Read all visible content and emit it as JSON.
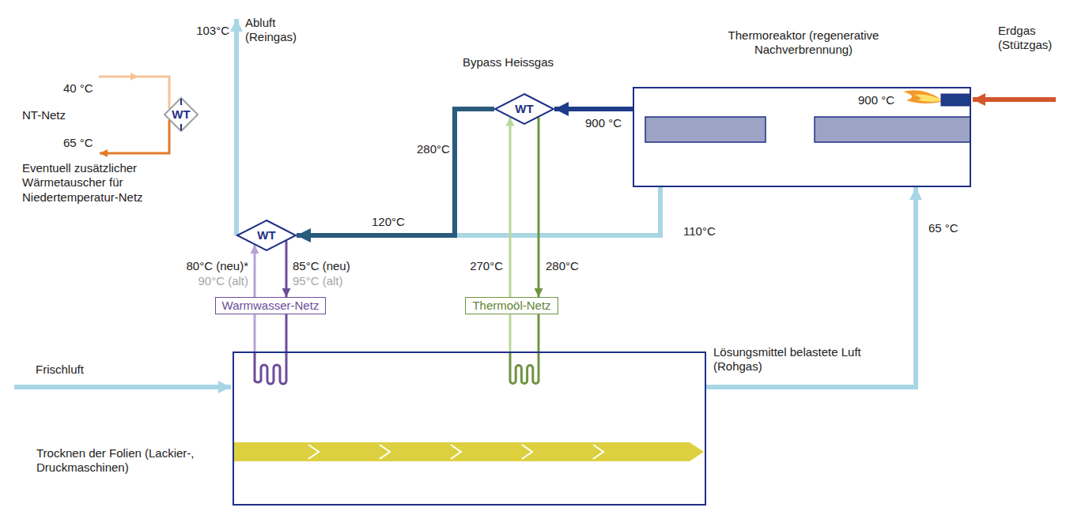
{
  "diagram": {
    "nodes": [
      {
        "text": [
          "WT"
        ]
      },
      {
        "text": [
          "WT"
        ]
      },
      {
        "text": [
          "Thermoreaktor (regenerative Nachverbrennung)",
          "900 °C"
        ]
      },
      {
        "text": [
          "WT"
        ]
      },
      {
        "text": [
          "Warmwasser-Netz"
        ]
      },
      {
        "text": [
          "Thermoöl-Netz"
        ]
      },
      {
        "text": [
          "Trocknen der Folien (Lackier-, Druckmaschinen)"
        ]
      }
    ],
    "edges": [
      {
        "from": 2,
        "to": 1,
        "arrow": "to",
        "label": "900 °C"
      },
      {
        "from": 2,
        "to": 3,
        "arrow": "to",
        "label": "110°C"
      },
      {
        "from": 1,
        "to": 3,
        "arrow": "to",
        "label": "280°C"
      },
      {
        "from": 4,
        "to": 3,
        "arrow": "to"
      },
      {
        "from": 3,
        "to": 4,
        "arrow": "to"
      },
      {
        "from": 5,
        "to": 1,
        "arrow": "to",
        "label": "270°C"
      },
      {
        "from": 1,
        "to": 5,
        "arrow": "to",
        "label": "280°C"
      },
      {
        "from": 4,
        "to": 6,
        "arrow": "none"
      },
      {
        "from": 5,
        "to": 6,
        "arrow": "none"
      },
      {
        "from": 6,
        "to": 2,
        "arrow": "to",
        "label": "65 °C"
      }
    ],
    "labels": [
      "103°C",
      "Abluft (Reingas)",
      "40 °C",
      "NT-Netz",
      "65 °C",
      "Eventuell zusätzlicher Wärmetauscher für Niedertemperatur-Netz",
      "Bypass Heissgas",
      "Erdgas (Stützgas)",
      "120°C",
      "80°C (neu)*",
      "90°C (alt)",
      "85°C (neu)",
      "95°C (alt)",
      "Frischluft",
      "Lösungsmittel belastete Luft (Rohgas)"
    ]
  }
}
